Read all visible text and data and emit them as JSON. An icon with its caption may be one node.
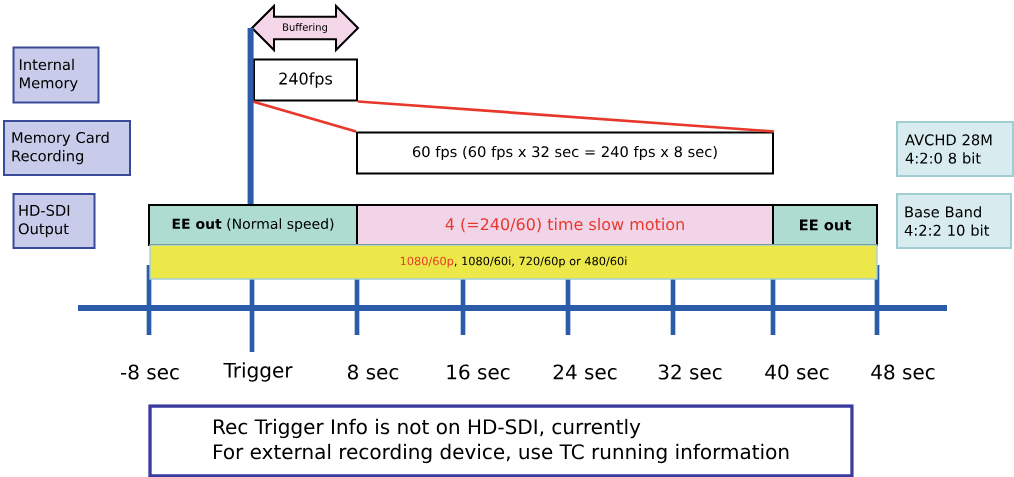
{
  "diagram": {
    "nodes": [
      {
        "text": [
          "Internal Memory"
        ]
      },
      {
        "text": [
          "Memory Card Recording"
        ]
      },
      {
        "text": [
          "HD-SDI Output"
        ]
      },
      {
        "text": [
          "Buffering"
        ]
      },
      {
        "text": [
          "240fps"
        ]
      },
      {
        "text": [
          "60 fps  (60 fps x 32 sec = 240 fps x 8 sec)"
        ]
      },
      {
        "text": [
          "AVCHD 28M 4:2:0 8 bit"
        ]
      },
      {
        "text": [
          "**EE out** (Normal speed)"
        ]
      },
      {
        "text": [
          "4 (=240/60) time slow motion"
        ]
      },
      {
        "text": [
          "EE out"
        ]
      },
      {
        "text": [
          "Base Band 4:2:2 10 bit"
        ]
      },
      {
        "text": [
          "1080/60p",
          ", 1080/60i, 720/60p or 480/60i"
        ]
      },
      {
        "text": [
          "Rec Trigger Info is not on HD-SDI, currently",
          "For external recording device, use TC running information"
        ]
      }
    ],
    "edges": [
      {
        "from": 4,
        "to": 5,
        "arrow": "none",
        "color": "#e8382c"
      },
      {
        "from": 4,
        "to": 5,
        "arrow": "none",
        "color": "#e8382c"
      },
      {
        "from": 3,
        "to": 7,
        "arrow": "none",
        "style": "thick",
        "color": "#2a5caa"
      }
    ],
    "labels": [
      "-8 sec",
      "Trigger",
      "8 sec",
      "16 sec",
      "24 sec",
      "32 sec",
      "40 sec",
      "48 sec"
    ]
  }
}
